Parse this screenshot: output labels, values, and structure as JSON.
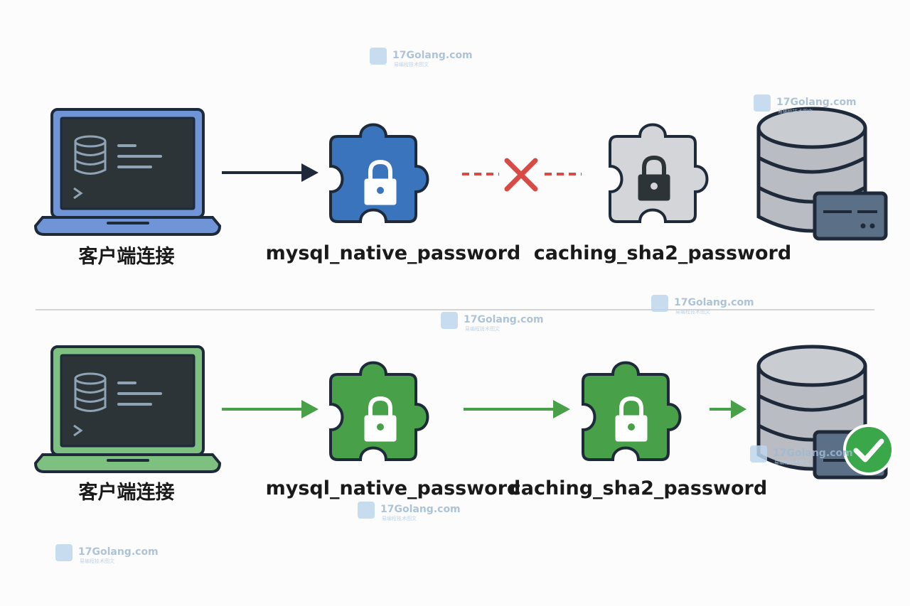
{
  "top_row": {
    "client_label": "客户端连接",
    "plugin1_label": "mysql_native_password",
    "plugin2_label": "caching_sha2_password",
    "status": "rejected"
  },
  "bottom_row": {
    "client_label": "客户端连接",
    "plugin1_label": "mysql_native_password",
    "plugin2_label": "caching_sha2_password",
    "status": "accepted"
  },
  "colors": {
    "top_laptop": "#6f95d6",
    "top_plugin": "#3a74bd",
    "top_plugin2": "#d3d5d8",
    "reject": "#d94a45",
    "bottom_green": "#48a048",
    "bottom_laptop": "#7ec080",
    "check": "#3aa84a",
    "db": "#b9bcc2"
  },
  "watermark": {
    "text": "17Golang.com",
    "sub": "易编程技术图文"
  }
}
